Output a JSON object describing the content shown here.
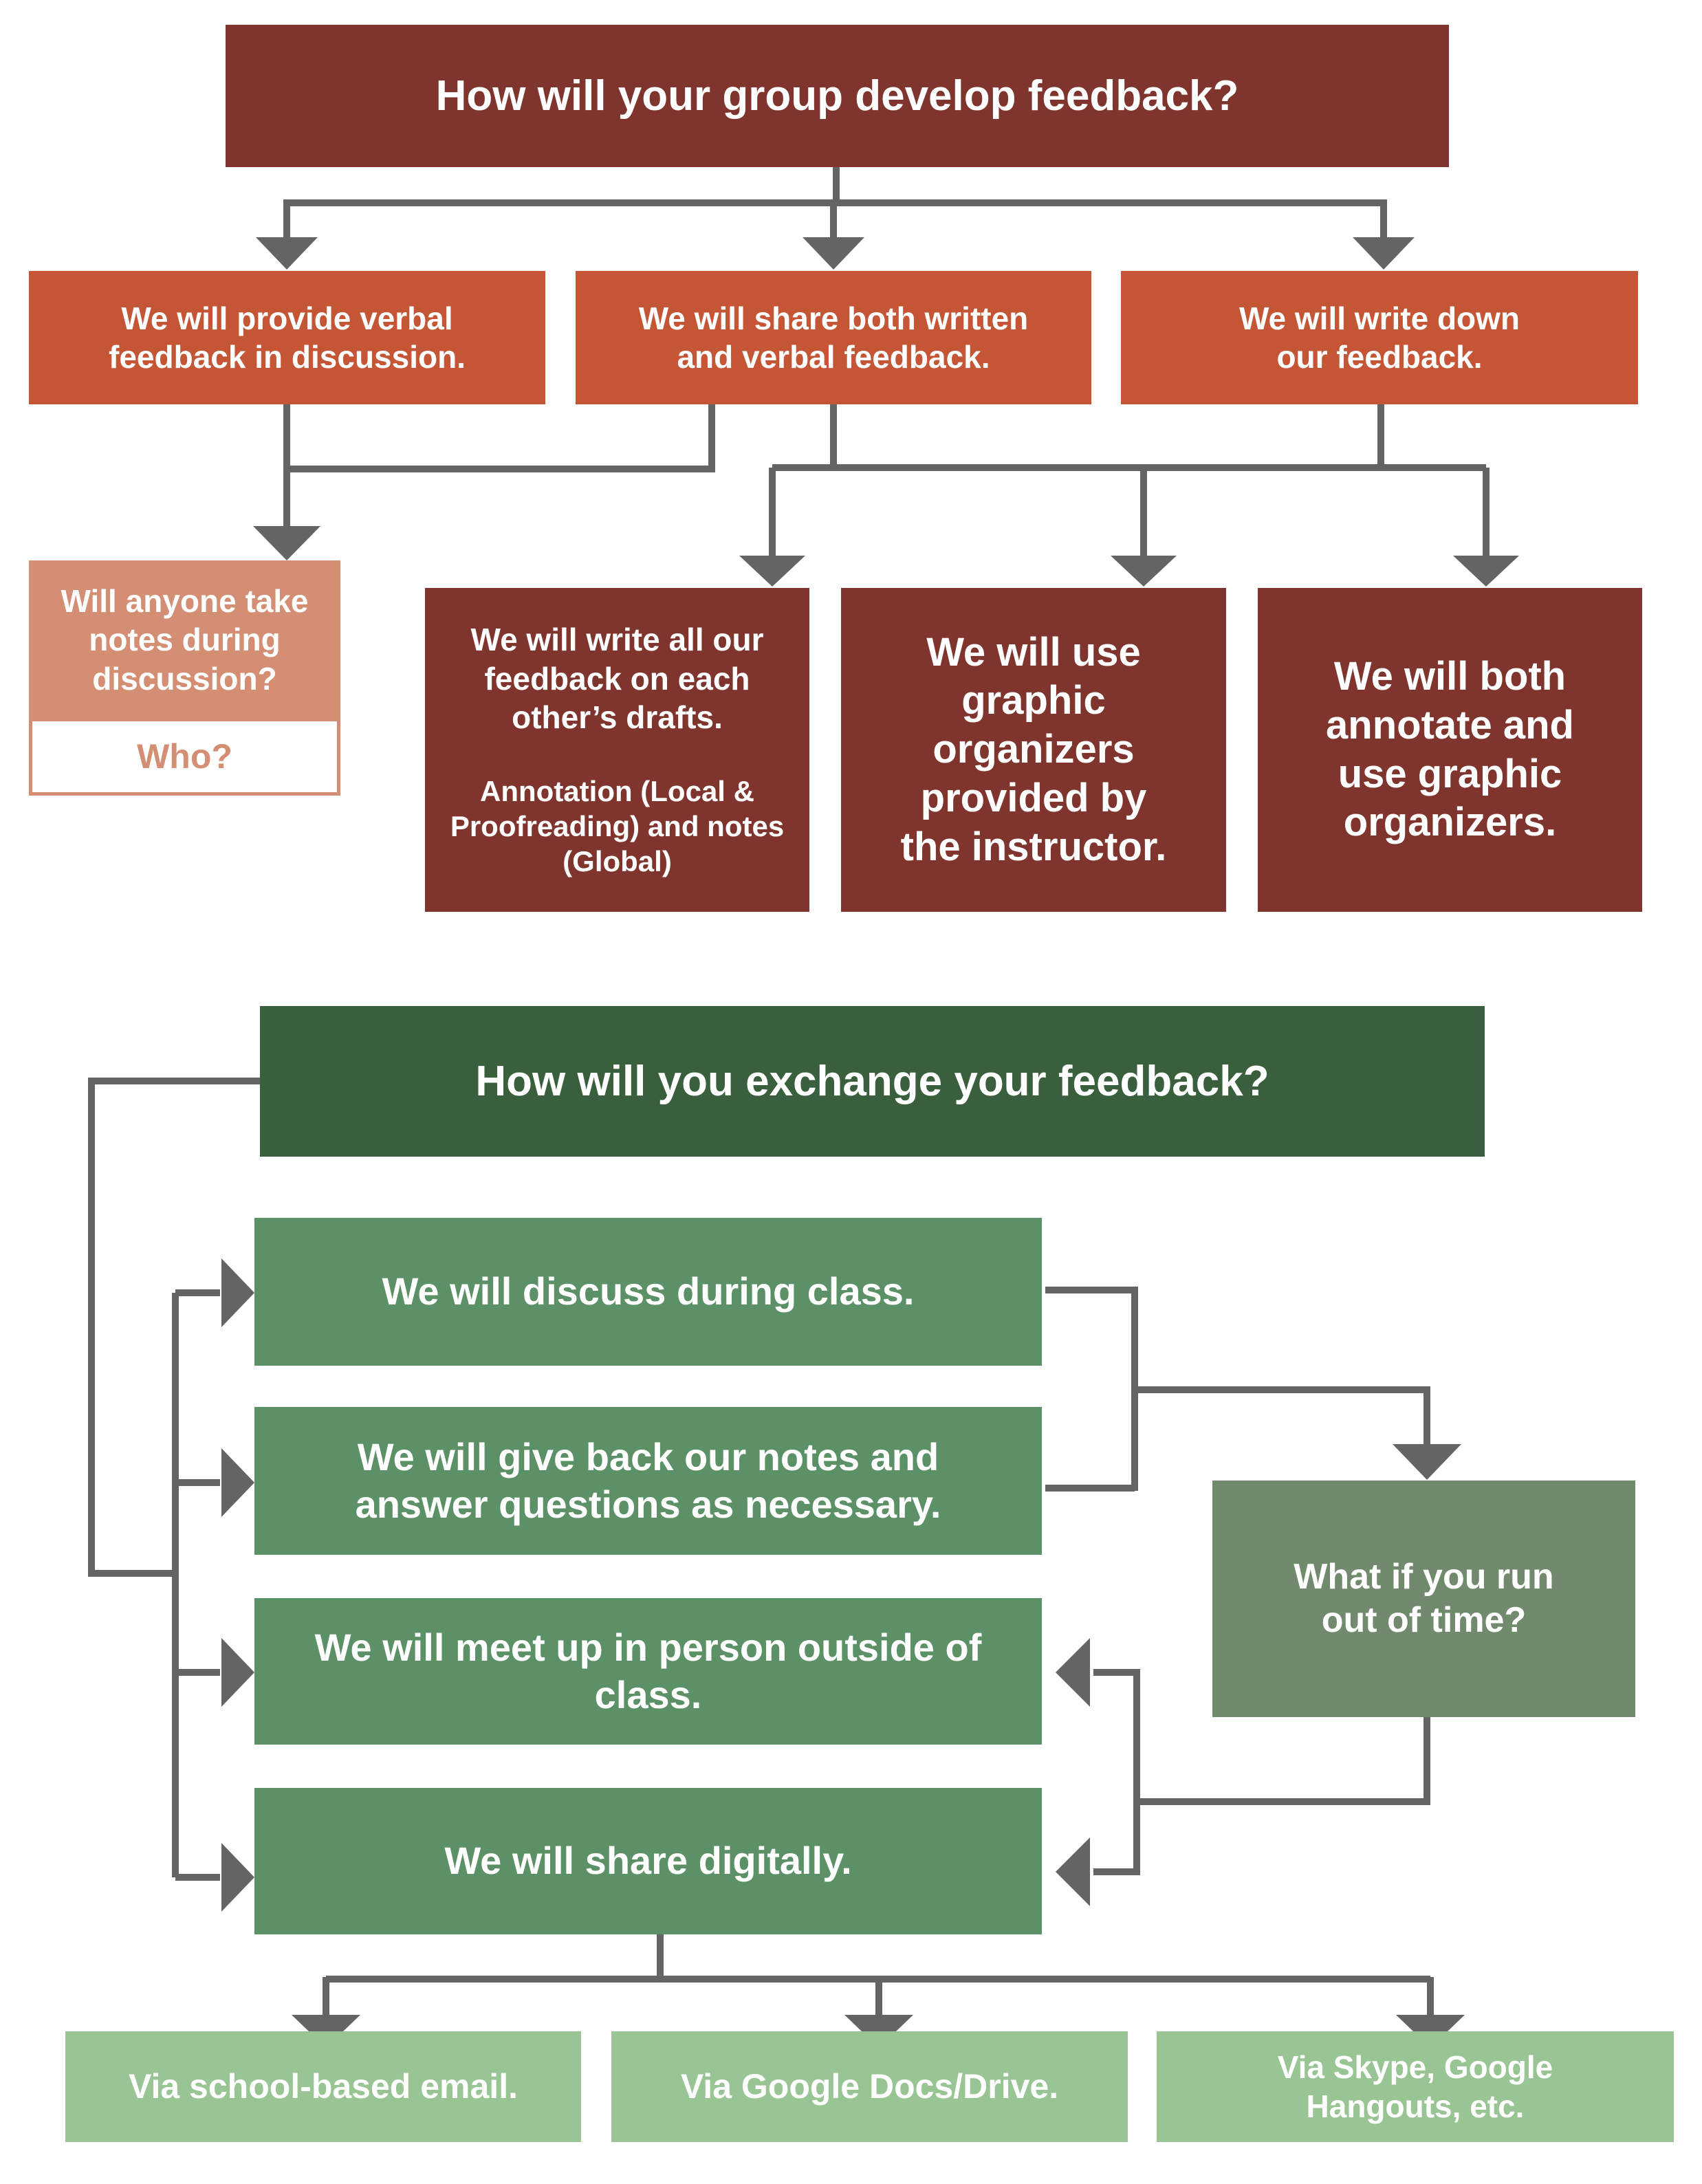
{
  "colors": {
    "title_red": "#7f352d",
    "option_red": "#c45535",
    "notes_salmon": "#d48e73",
    "title_green": "#3a5f3c",
    "option_green": "#5c9066",
    "runout_green": "#718a6d",
    "light_green": "#99c594",
    "connector": "#646464"
  },
  "develop": {
    "question": "How will your group develop feedback?",
    "options": [
      {
        "text": "We will provide verbal feedback in discussion."
      },
      {
        "text": "We will share both written and verbal feedback."
      },
      {
        "text": "We will write down our feedback."
      }
    ],
    "notes_question": "Will anyone take notes during discussion?",
    "notes_followup": "Who?",
    "written_methods": [
      {
        "text": "We will write all our feedback on each other’s drafts.",
        "subtext": "Annotation (Local & Proofreading) and notes (Global)"
      },
      {
        "text": "We will use graphic organizers provided by the instructor."
      },
      {
        "text": "We will both annotate and use graphic organizers."
      }
    ]
  },
  "exchange": {
    "question": "How will you exchange your feedback?",
    "options": [
      {
        "text": "We will discuss during class."
      },
      {
        "text": "We will give back our notes and answer questions as necessary."
      },
      {
        "text": "We will meet up in person outside of class."
      },
      {
        "text": "We will share digitally."
      }
    ],
    "time_question": "What if you run out of time?",
    "digital_methods": [
      {
        "text": "Via school-based email."
      },
      {
        "text": "Via Google Docs/Drive."
      },
      {
        "text": "Via Skype, Google Hangouts, etc."
      }
    ]
  }
}
